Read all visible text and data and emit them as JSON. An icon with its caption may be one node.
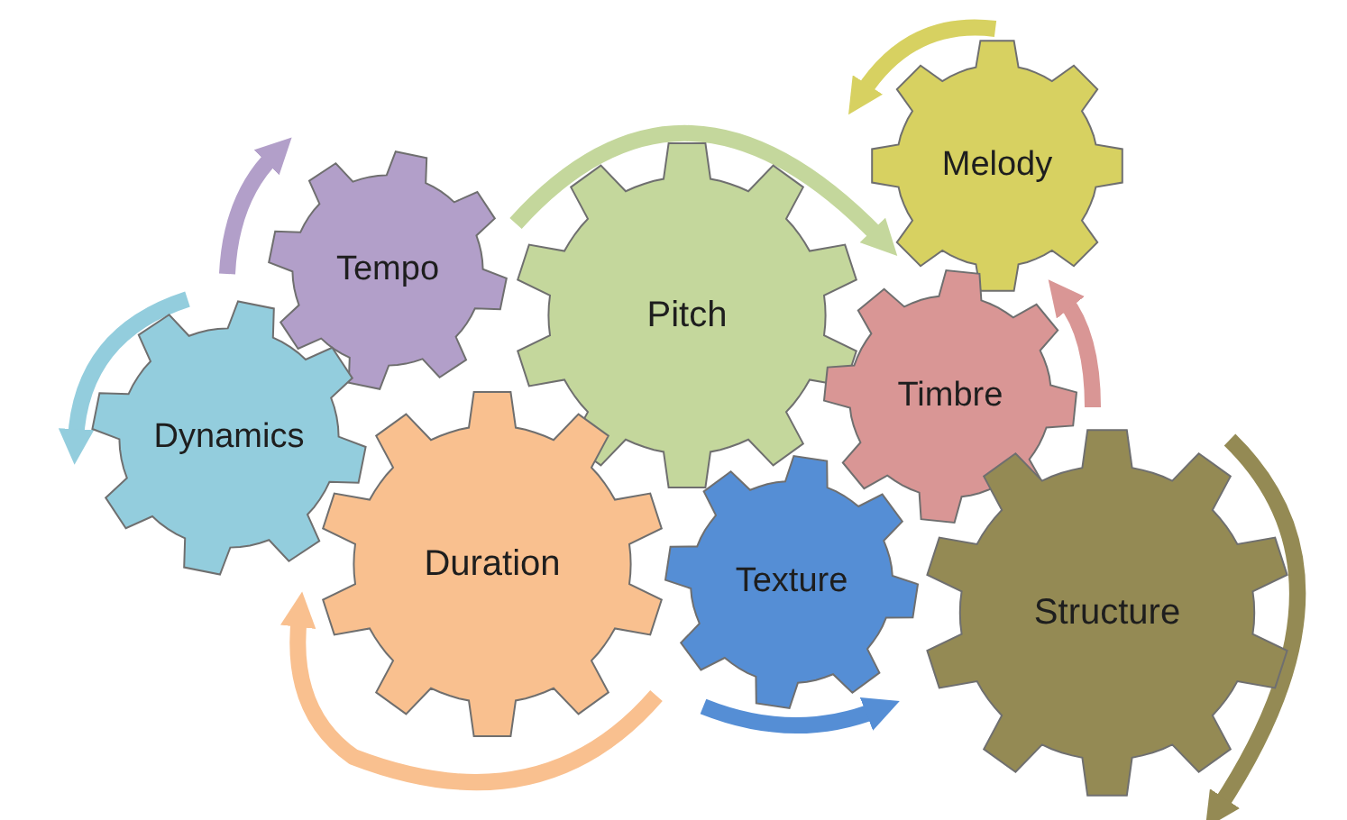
{
  "diagram": {
    "nodes": [
      {
        "text": [
          "Melody"
        ]
      },
      {
        "text": [
          "Tempo"
        ]
      },
      {
        "text": [
          "Pitch"
        ]
      },
      {
        "text": [
          "Timbre"
        ]
      },
      {
        "text": [
          "Dynamics"
        ]
      },
      {
        "text": [
          "Duration"
        ]
      },
      {
        "text": [
          "Texture"
        ]
      },
      {
        "text": [
          "Structure"
        ]
      }
    ]
  }
}
